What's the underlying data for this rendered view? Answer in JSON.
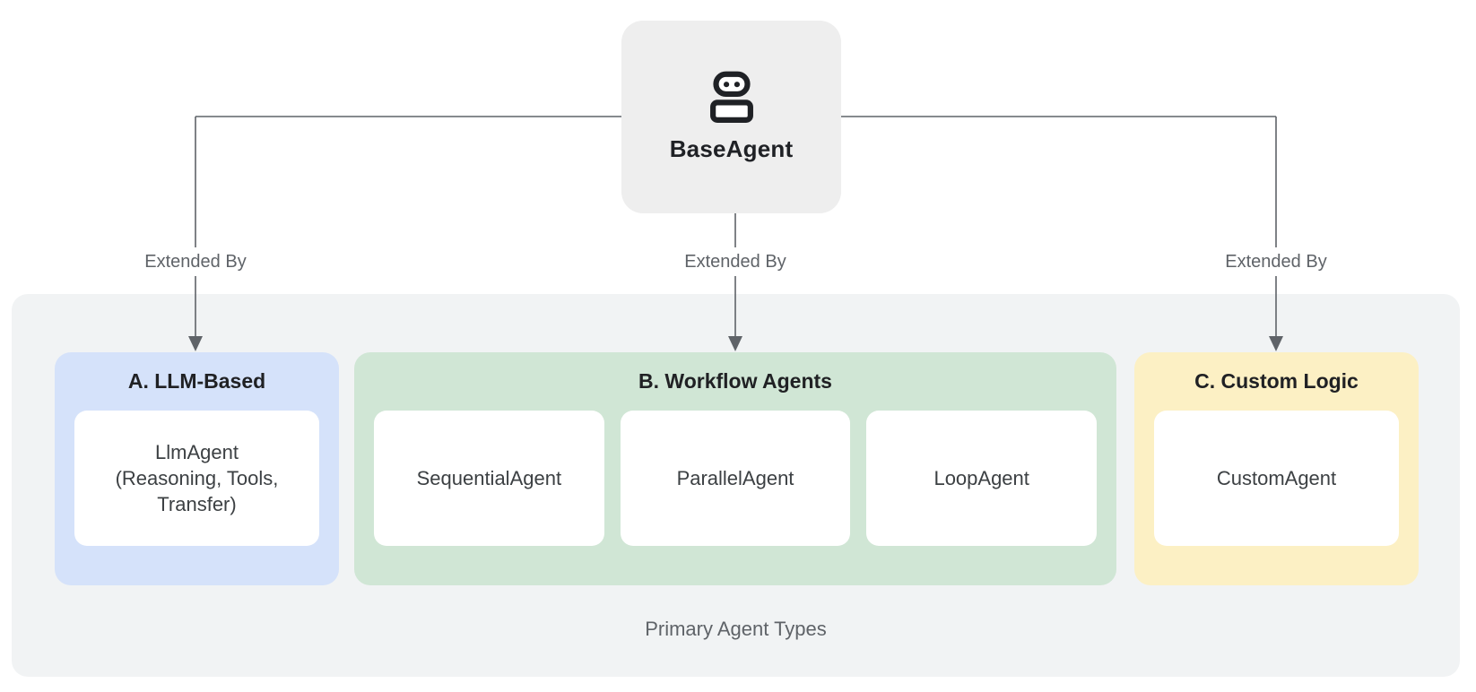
{
  "diagram": {
    "root": {
      "label": "BaseAgent",
      "icon": "robot-icon"
    },
    "edges": [
      {
        "label": "Extended By"
      },
      {
        "label": "Extended By"
      },
      {
        "label": "Extended By"
      }
    ],
    "panel": {
      "caption": "Primary Agent Types",
      "groups": [
        {
          "label": "A. LLM-Based",
          "bg": "#d5e2fa",
          "items": [
            "LlmAgent\n(Reasoning, Tools,\nTransfer)"
          ]
        },
        {
          "label": "B. Workflow Agents",
          "bg": "#d0e6d5",
          "items": [
            "SequentialAgent",
            "ParallelAgent",
            "LoopAgent"
          ]
        },
        {
          "label": "C. Custom Logic",
          "bg": "#fcf0c4",
          "items": [
            "CustomAgent"
          ]
        }
      ]
    },
    "colors": {
      "root_bg": "#eeeeee",
      "panel_bg": "#f1f3f4",
      "line": "#5f6368",
      "icon": "#1f2125",
      "title_text": "#202124",
      "card_text": "#3c4043",
      "muted_text": "#5f6368"
    }
  }
}
